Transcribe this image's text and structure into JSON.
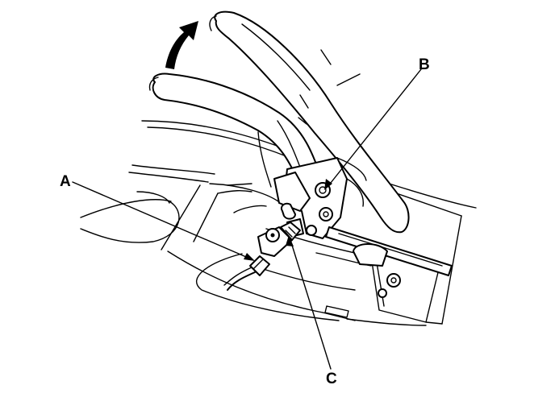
{
  "callouts": {
    "a": "A",
    "b": "B",
    "c": "C"
  },
  "colors": {
    "ink": "#000000",
    "paper": "#ffffff"
  },
  "icons": {
    "direction_arrow": "curved-arrow-icon"
  }
}
